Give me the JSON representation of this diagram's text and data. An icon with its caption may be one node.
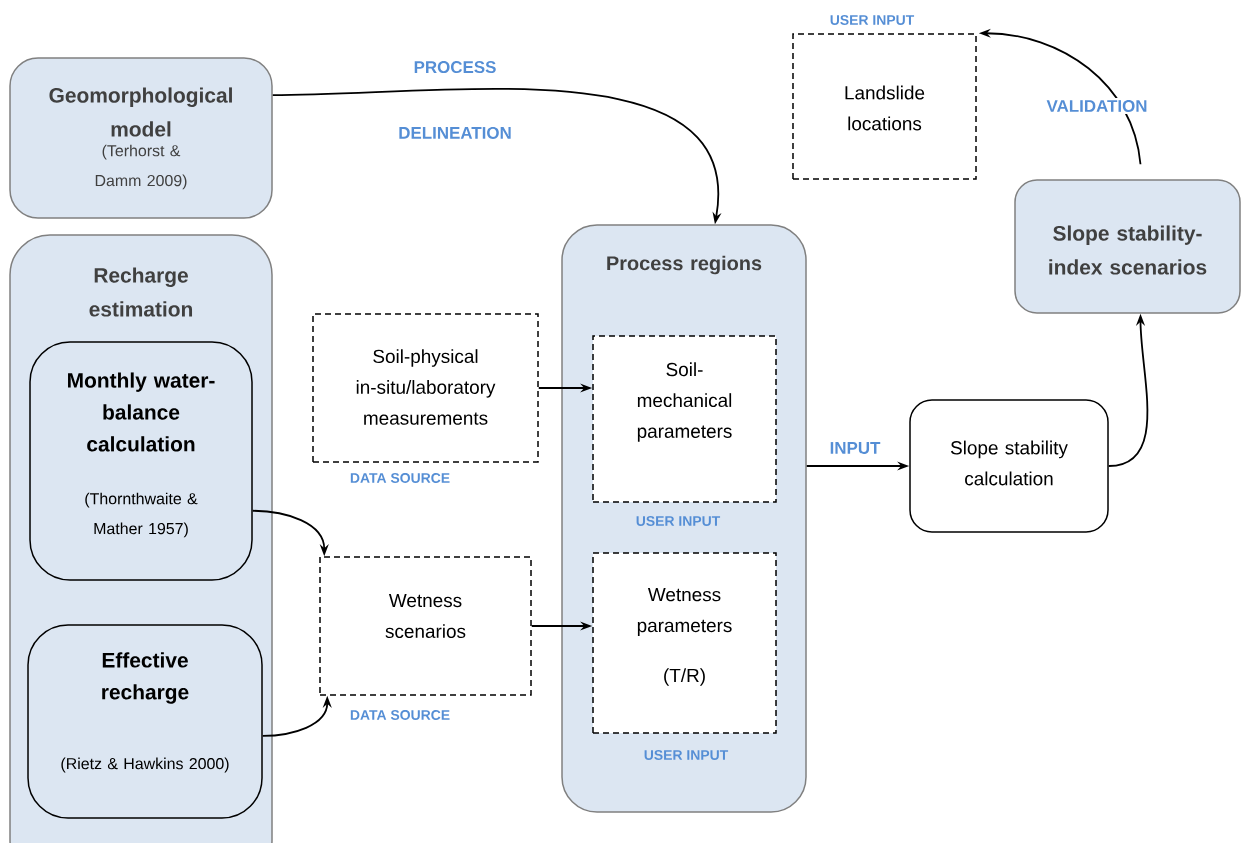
{
  "diagram": {
    "nodes": [
      {
        "text": [
          "Geomorphological model",
          "(Terhorst & Damm 2009)"
        ]
      },
      {
        "text": [
          "Recharge estimation"
        ]
      },
      {
        "text": [
          "Monthly water-balance calculation",
          "(Thornthwaite & Mather 1957)"
        ],
        "in": 1
      },
      {
        "text": [
          "Effective recharge",
          "(Rietz & Hawkins 2000)"
        ],
        "in": 1
      },
      {
        "text": [
          "Soil-physical in-situ/laboratory measurements"
        ],
        "beside": [
          "DATA SOURCE"
        ]
      },
      {
        "text": [
          "Wetness scenarios"
        ],
        "beside": [
          "DATA SOURCE"
        ]
      },
      {
        "text": [
          "Process regions"
        ]
      },
      {
        "text": [
          "Soil-mechanical parameters"
        ],
        "in": 6,
        "beside": [
          "USER INPUT"
        ]
      },
      {
        "text": [
          "Wetness parameters",
          "(T/R)"
        ],
        "in": 6,
        "beside": [
          "USER INPUT"
        ]
      },
      {
        "text": [
          "Slope stability calculation"
        ]
      },
      {
        "text": [
          "Slope stability-index scenarios"
        ]
      },
      {
        "text": [
          "Landslide locations"
        ],
        "beside": [
          "USER INPUT"
        ]
      }
    ],
    "edges": [
      {
        "from": 0,
        "to": 6,
        "arrow": "to",
        "label": "PROCESS DELINEATION"
      },
      {
        "from": 4,
        "to": 7,
        "arrow": "to"
      },
      {
        "from": 2,
        "to": 5,
        "arrow": "to"
      },
      {
        "from": 3,
        "to": 5,
        "arrow": "to"
      },
      {
        "from": 5,
        "to": 8,
        "arrow": "to"
      },
      {
        "from": 6,
        "to": 9,
        "arrow": "to",
        "label": "INPUT"
      },
      {
        "from": 9,
        "to": 10,
        "arrow": "to"
      },
      {
        "from": 10,
        "to": 11,
        "arrow": "to",
        "label": "VALIDATION"
      }
    ]
  }
}
